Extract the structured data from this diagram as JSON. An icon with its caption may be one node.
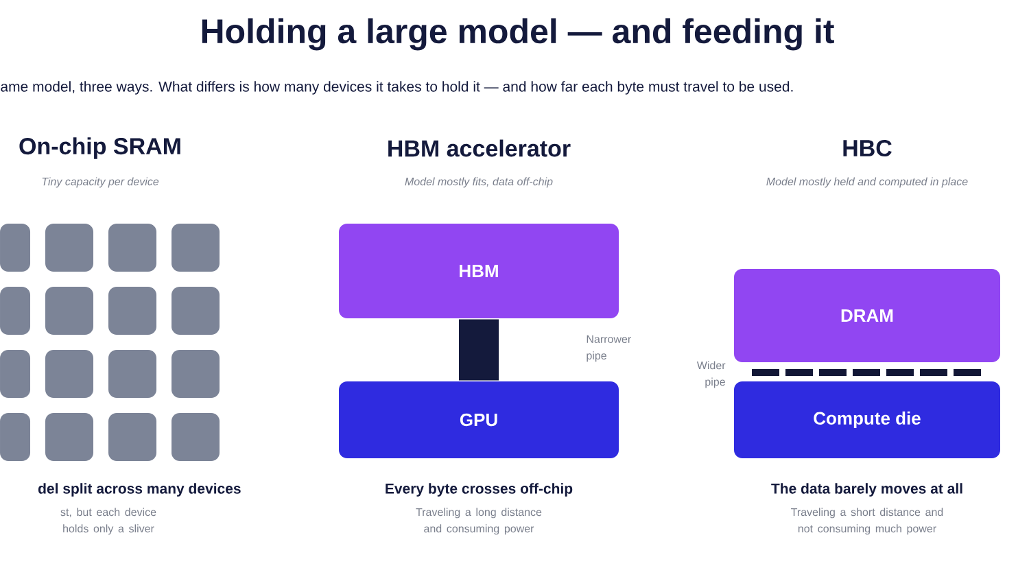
{
  "diagram": {
    "title": "Holding a large model — and feeding it",
    "nodes": [
      {
        "text": [],
        "shape": "box"
      },
      {
        "text": [],
        "shape": "box"
      },
      {
        "text": [],
        "shape": "box"
      },
      {
        "text": [],
        "shape": "box"
      },
      {
        "text": [],
        "shape": "box"
      },
      {
        "text": [],
        "shape": "box"
      },
      {
        "text": [],
        "shape": "box"
      },
      {
        "text": [],
        "shape": "box"
      },
      {
        "text": [],
        "shape": "box"
      },
      {
        "text": [],
        "shape": "box"
      },
      {
        "text": [],
        "shape": "box"
      },
      {
        "text": [],
        "shape": "box"
      },
      {
        "text": [],
        "shape": "box"
      },
      {
        "text": [],
        "shape": "box"
      },
      {
        "text": [],
        "shape": "box"
      },
      {
        "text": [],
        "shape": "box"
      },
      {
        "text": [
          "HBM"
        ]
      },
      {
        "text": [
          "GPU"
        ]
      },
      {
        "text": [
          "DRAM"
        ]
      },
      {
        "text": [
          "Compute die"
        ]
      }
    ],
    "edges": [
      {
        "from": 16,
        "to": 17,
        "arrow": "none"
      }
    ],
    "labels": [
      "ame model, three ways. What differs is how many devices it takes to hold it — and how far each byte must travel to be used.",
      "On-chip SRAM",
      "HBM accelerator",
      "HBC",
      "Tiny capacity per device",
      "Model mostly fits, data off-chip",
      "Model mostly held and computed in place",
      "Narrower pipe",
      "Wider pipe",
      "del split across many devices",
      "Every byte crosses off-chip",
      "The data barely moves at all",
      "st, but each device holds only a sliver",
      "Traveling a long distance and consuming power",
      "Traveling a short distance and not consuming much power"
    ]
  }
}
